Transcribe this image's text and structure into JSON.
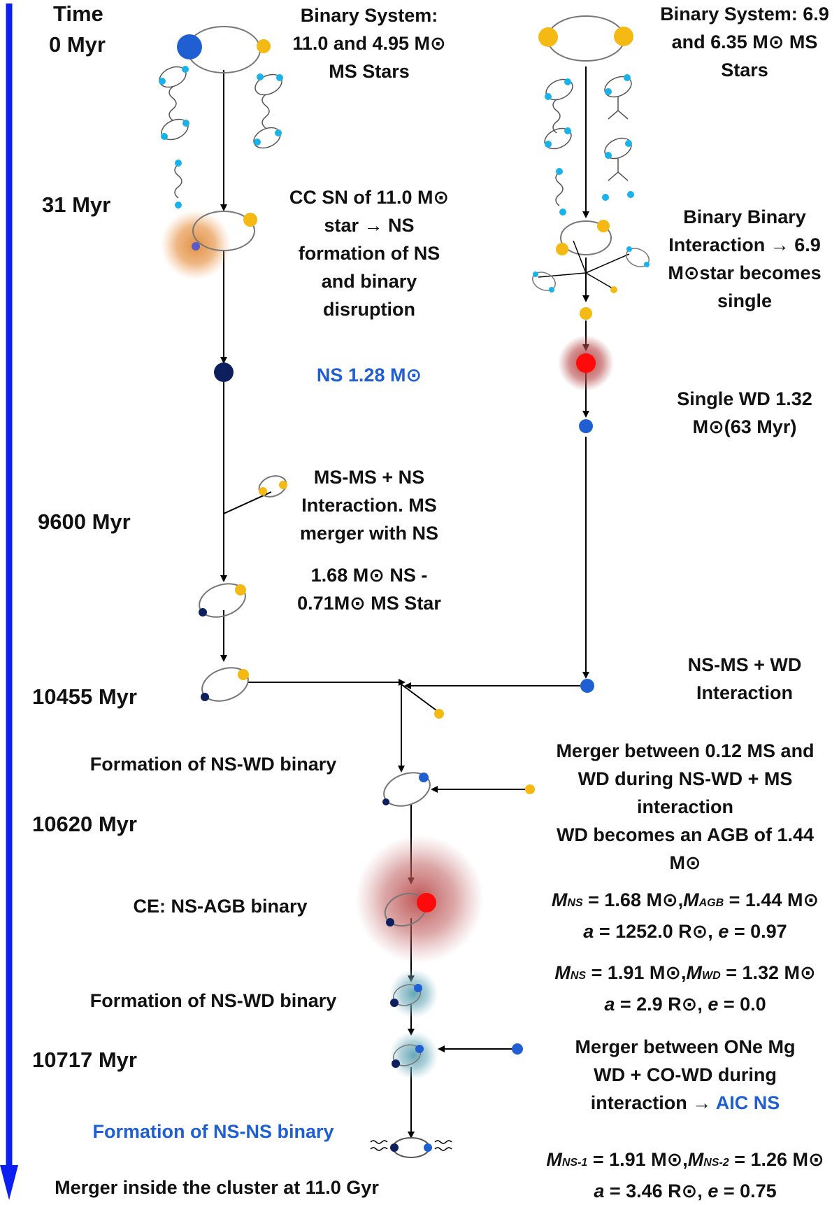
{
  "time_axis": {
    "title": "Time",
    "labels": [
      "0 Myr",
      "31 Myr",
      "9600 Myr",
      "10455 Myr",
      "10620 Myr",
      "10717 Myr"
    ]
  },
  "left": {
    "system": [
      "Binary System:",
      "11.0 and 4.95 M⊙",
      "MS Stars"
    ],
    "ccsn": [
      "CC SN of 11.0 M⊙",
      "star → NS",
      "formation of NS",
      "and binary",
      "disruption"
    ],
    "ns": "NS 1.28 M⊙",
    "msms": [
      "MS-MS + NS",
      "Interaction. MS",
      "merger with NS"
    ],
    "ns_ms": [
      "1.68 M⊙ NS -",
      "0.71M⊙ MS Star"
    ]
  },
  "right": {
    "system": [
      "Binary System: 6.9",
      "and 6.35 M⊙  MS",
      "Stars"
    ],
    "bb": [
      "Binary Binary",
      "Interaction → 6.9",
      "M⊙star becomes",
      "single"
    ],
    "wd": [
      "Single WD 1.32",
      "M⊙(63 Myr)"
    ],
    "nsms_wd": [
      "NS-MS + WD",
      "Interaction"
    ]
  },
  "center": {
    "form_nswd_1": "Formation of NS-WD binary",
    "merger_ms_wd": [
      "Merger between 0.12 MS and",
      "WD during NS-WD + MS",
      "interaction",
      "WD becomes an AGB of 1.44",
      "M⊙"
    ],
    "ce": "CE: NS-AGB binary",
    "ce_params": {
      "m_ns_sym": "M",
      "m_ns_sub": "NS",
      "m_ns_val": " = 1.68 M⊙,",
      "m_agb_sym": "M",
      "m_agb_sub": "AGB",
      "m_agb_val": " = 1.44 M⊙",
      "a_sym": "a",
      "a_val": " = 1252.0 R⊙,",
      "e_sym": "e",
      "e_val": " = 0.97"
    },
    "form_nswd_2": "Formation of NS-WD binary",
    "nswd_params": {
      "m_ns_sym": "M",
      "m_ns_sub": "NS",
      "m_ns_val": " = 1.91 M⊙,",
      "m_wd_sym": "M",
      "m_wd_sub": "WD",
      "m_wd_val": " = 1.32 M⊙",
      "a_sym": "a",
      "a_val": " = 2.9 R⊙,",
      "e_sym": "e",
      "e_val": " = 0.0"
    },
    "one_merger": [
      "Merger between ONe Mg",
      "WD + CO-WD during"
    ],
    "one_merger_last": "interaction → ",
    "aic_ns": "AIC NS",
    "form_nsns": "Formation of NS-NS binary",
    "nsns_params": {
      "m1_sym": "M",
      "m1_sub": "NS-1",
      "m1_val": " = 1.91 M⊙,",
      "m2_sym": "M",
      "m2_sub": "NS-2",
      "m2_val": " = 1.26 M⊙",
      "a_sym": "a",
      "a_val": " = 3.46 R⊙,",
      "e_sym": "e",
      "e_val": " = 0.75"
    },
    "final": "Merger inside the cluster at 11.0 Gyr"
  },
  "colors": {
    "axis": "#0a1ff0",
    "ms_star": "#f5b914",
    "massive_star": "#1f5fd1",
    "small_star": "#19b3ea",
    "ns": "#0d1f5c",
    "wd": "#1f5fd1",
    "agb": "#ff0a0a",
    "text_blue": "#1f5fd1"
  }
}
